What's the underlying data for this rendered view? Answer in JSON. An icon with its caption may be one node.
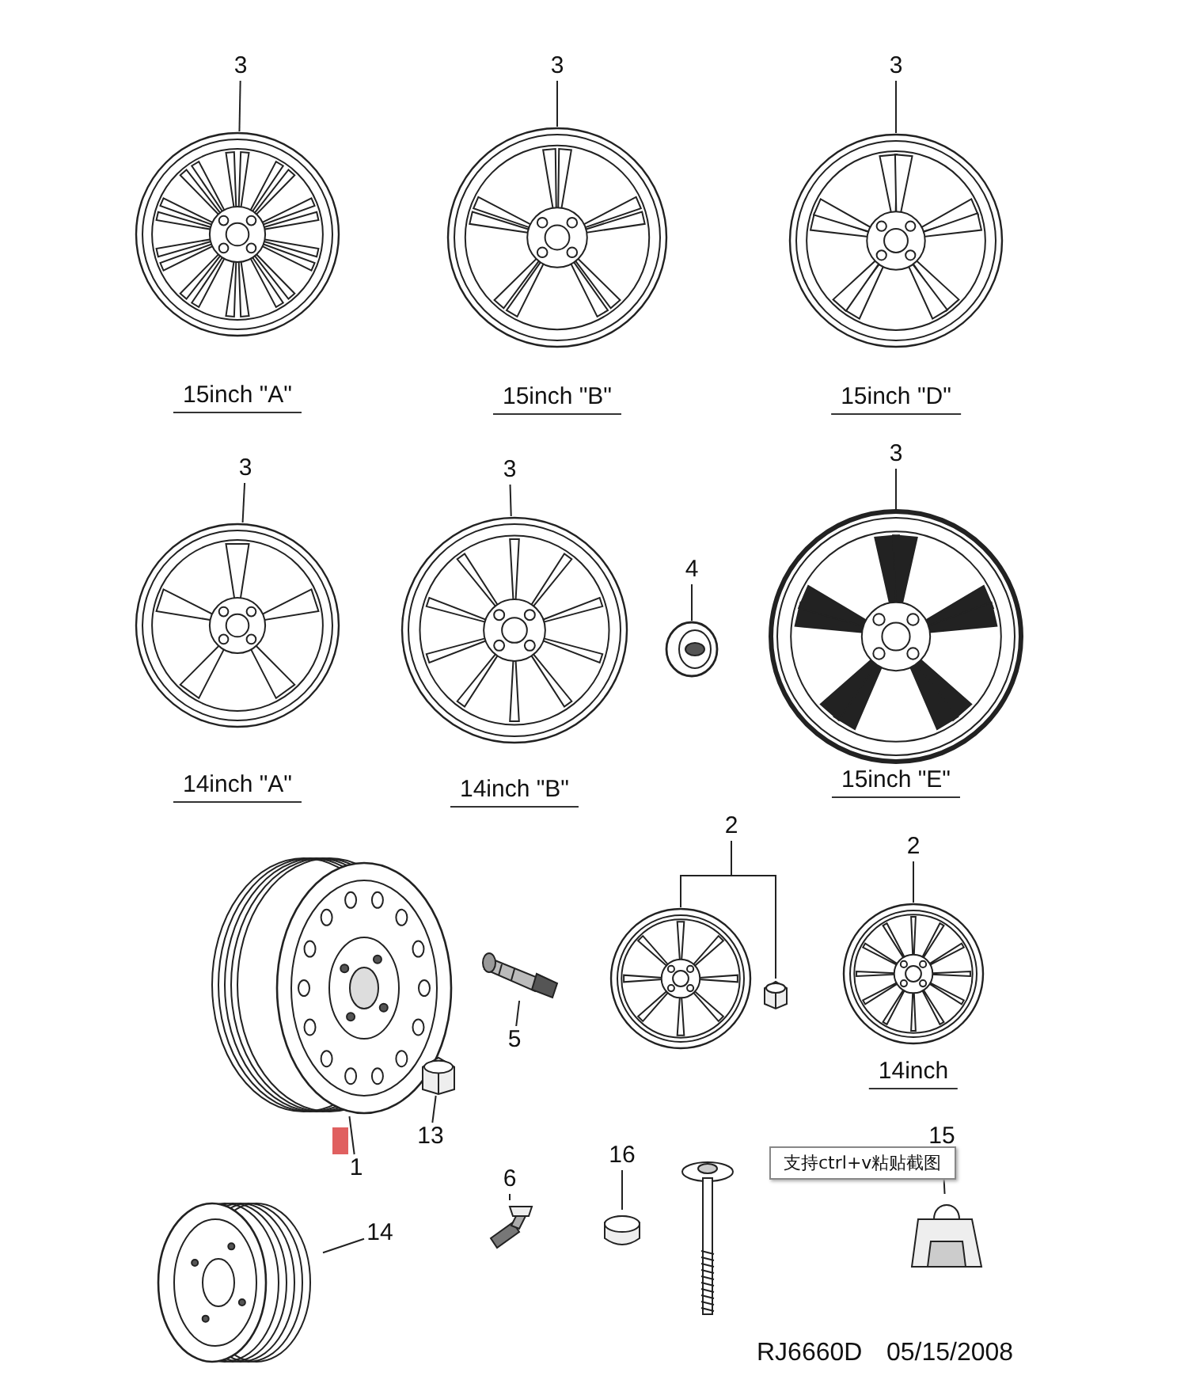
{
  "diagram": {
    "nodes": [
      {
        "text": [
          "3"
        ]
      },
      {
        "text": [],
        "shape": "picture",
        "beside": [
          "15inch \"A\""
        ]
      },
      {
        "text": [
          "3"
        ]
      },
      {
        "text": [],
        "shape": "picture",
        "beside": [
          "15inch \"B\""
        ]
      },
      {
        "text": [
          "3"
        ]
      },
      {
        "text": [],
        "shape": "picture",
        "beside": [
          "15inch \"D\""
        ]
      },
      {
        "text": [
          "3"
        ]
      },
      {
        "text": [],
        "shape": "picture",
        "beside": [
          "14inch \"A\""
        ]
      },
      {
        "text": [
          "3"
        ]
      },
      {
        "text": [],
        "shape": "picture",
        "beside": [
          "14inch \"B\""
        ]
      },
      {
        "text": [
          "4"
        ]
      },
      {
        "text": [],
        "shape": "picture"
      },
      {
        "text": [
          "3"
        ]
      },
      {
        "text": [],
        "shape": "picture",
        "beside": [
          "15inch \"E\""
        ]
      },
      {
        "text": [
          "2"
        ]
      },
      {
        "text": [],
        "shape": "picture"
      },
      {
        "text": [],
        "shape": "picture"
      },
      {
        "text": [
          "2"
        ]
      },
      {
        "text": [],
        "shape": "picture",
        "beside": [
          "14inch"
        ]
      },
      {
        "text": [],
        "shape": "picture"
      },
      {
        "text": [
          "1"
        ]
      },
      {
        "text": [],
        "shape": "picture"
      },
      {
        "text": [
          "5"
        ]
      },
      {
        "text": [],
        "shape": "picture"
      },
      {
        "text": [
          "13"
        ]
      },
      {
        "text": [
          "6"
        ]
      },
      {
        "text": [],
        "shape": "picture"
      },
      {
        "text": [
          "16"
        ]
      },
      {
        "text": [],
        "shape": "picture"
      },
      {
        "text": [
          "15"
        ]
      },
      {
        "text": [],
        "shape": "picture"
      },
      {
        "text": [],
        "shape": "picture"
      },
      {
        "text": [
          "14"
        ]
      }
    ],
    "edges": [
      {
        "from": 0,
        "to": 1,
        "arrow": "none"
      },
      {
        "from": 2,
        "to": 3,
        "arrow": "none"
      },
      {
        "from": 4,
        "to": 5,
        "arrow": "none"
      },
      {
        "from": 6,
        "to": 7,
        "arrow": "none"
      },
      {
        "from": 8,
        "to": 9,
        "arrow": "none"
      },
      {
        "from": 10,
        "to": 11,
        "arrow": "none"
      },
      {
        "from": 12,
        "to": 13,
        "arrow": "none"
      },
      {
        "from": 14,
        "to": 15,
        "arrow": "none"
      },
      {
        "from": 14,
        "to": 16,
        "arrow": "none"
      },
      {
        "from": 17,
        "to": 18,
        "arrow": "none"
      },
      {
        "from": 20,
        "to": 19,
        "arrow": "none"
      },
      {
        "from": 22,
        "to": 21,
        "arrow": "none"
      },
      {
        "from": 24,
        "to": 23,
        "arrow": "none"
      },
      {
        "from": 25,
        "to": 26,
        "arrow": "none"
      },
      {
        "from": 27,
        "to": 28,
        "arrow": "none"
      },
      {
        "from": 29,
        "to": 30,
        "arrow": "none"
      },
      {
        "from": 32,
        "to": 31,
        "arrow": "none"
      }
    ],
    "labels": [
      "支持ctrl+v粘贴截图",
      "RJ6660D",
      "05/15/2008"
    ]
  }
}
